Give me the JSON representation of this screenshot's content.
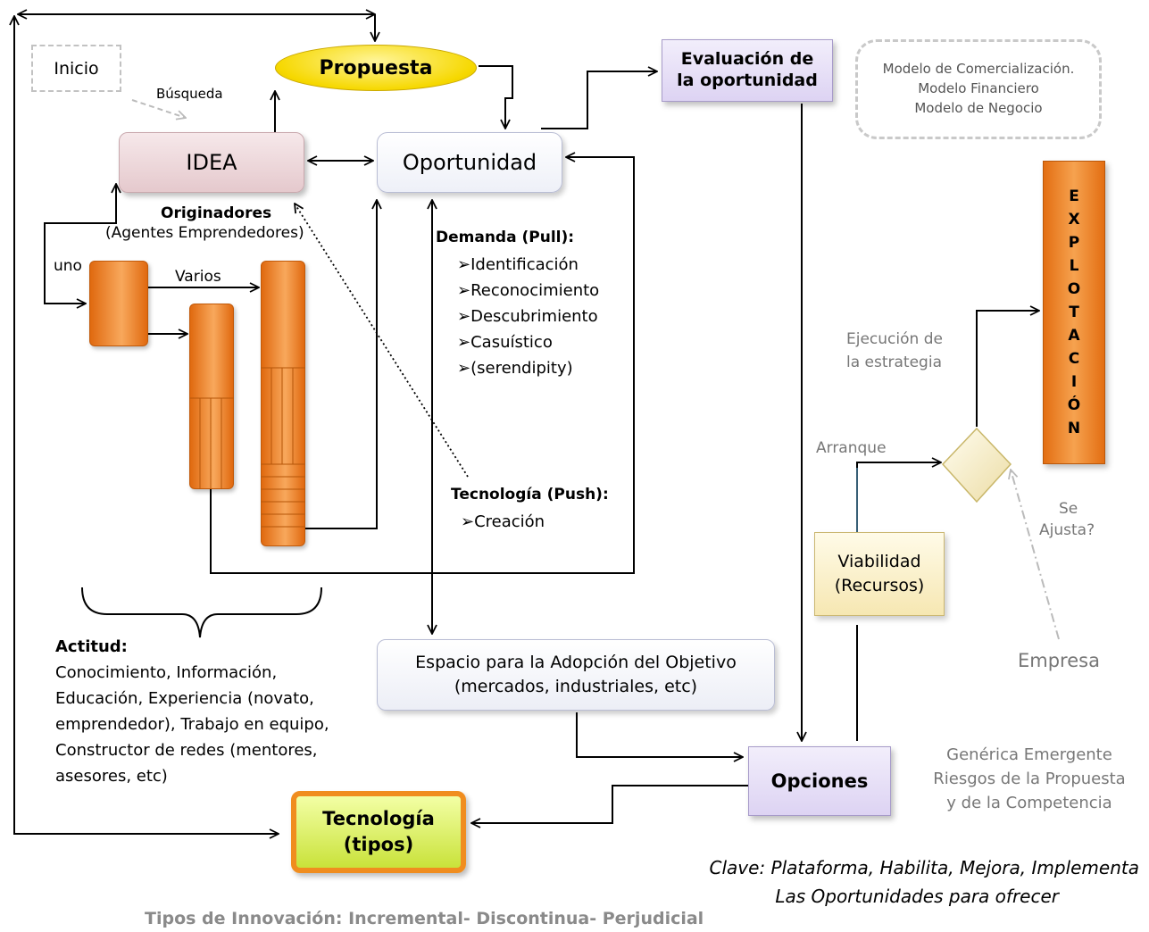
{
  "nodes": {
    "idea": "IDEA",
    "oportunidad": "Oportunidad",
    "propuesta": "Propuesta",
    "inicio": "Inicio",
    "evaluacion_line1": "Evaluación  de",
    "evaluacion_line2": "la oportunidad",
    "modelo_line1": "Modelo de Comercialización.",
    "modelo_line2": "Modelo Financiero",
    "modelo_line3": "Modelo de Negocio",
    "explotacion_letters": [
      "E",
      "X",
      "P",
      "L",
      "O",
      "T",
      "A",
      "C",
      "I",
      "Ó",
      "N"
    ],
    "espacio_line1": "Espacio para la Adopción del Objetivo",
    "espacio_line2": "(mercados, industriales, etc)",
    "opciones": "Opciones",
    "viabilidad_line1": "Viabilidad",
    "viabilidad_line2": "(Recursos)",
    "tecnologia_line1": "Tecnología",
    "tecnologia_line2": "(tipos)"
  },
  "labels": {
    "busqueda": "Búsqueda",
    "originadores": "Originadores",
    "agentes": "(Agentes Emprendedores)",
    "uno": "uno",
    "varios": "Varios",
    "demanda_title": "Demanda (Pull):",
    "demanda_items": [
      "Identificación",
      "Reconocimiento",
      "Descubrimiento",
      "Casuístico",
      "(serendipity)"
    ],
    "tecnologia_push_title": "Tecnología (Push):",
    "tecnologia_push_items": [
      "Creación"
    ],
    "ejecucion_line1": "Ejecución de",
    "ejecucion_line2": "la estrategia",
    "arranque": "Arranque",
    "se_ajusta_line1": "Se",
    "se_ajusta_line2": "Ajusta?",
    "empresa": "Empresa",
    "generica_line1": "Genérica Emergente",
    "generica_line2": "Riesgos de la Propuesta",
    "generica_line3": "y de la Competencia",
    "actitud_title": "Actitud:",
    "actitud_lines": [
      "Conocimiento, Información,",
      "Educación, Experiencia (novato,",
      "emprendedor), Trabajo en equipo,",
      "Constructor de redes (mentores,",
      "asesores, etc)"
    ],
    "clave_line1": "Clave: Plataforma, Habilita, Mejora, Implementa",
    "clave_line2": "Las Oportunidades para ofrecer",
    "tipos": "Tipos de Innovación: Incremental- Discontinua- Perjudicial"
  },
  "colors": {
    "accent_orange": "#f08d1f",
    "tipos_text": "#8a8a8a"
  }
}
